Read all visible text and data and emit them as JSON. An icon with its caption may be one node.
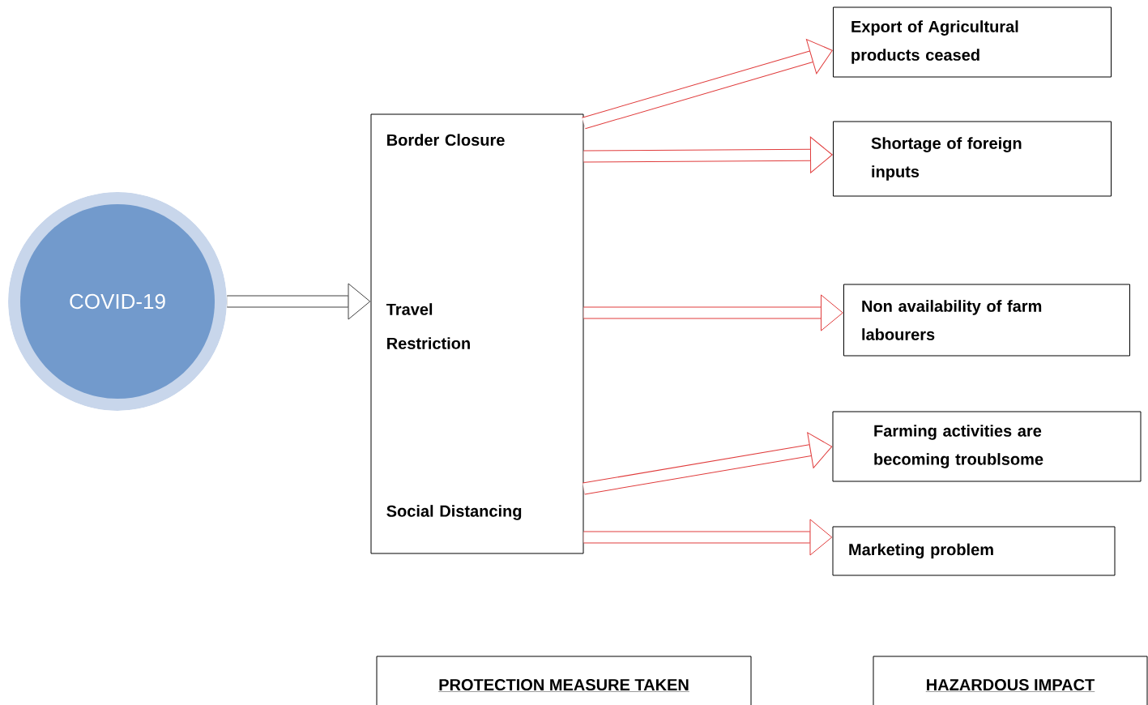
{
  "diagram": {
    "nodes": [
      {
        "text": [
          "COVID-19"
        ]
      },
      {
        "text": [],
        "shape": "box"
      },
      {
        "text": [
          "Border Closure"
        ],
        "in": 1
      },
      {
        "text": [
          "Travel Restriction"
        ],
        "in": 1
      },
      {
        "text": [
          "Social Distancing"
        ],
        "in": 1
      },
      {
        "text": [
          "Export of Agricultural products ceased"
        ]
      },
      {
        "text": [
          "Shortage of foreign inputs"
        ]
      },
      {
        "text": [
          "Non availability of farm labourers"
        ]
      },
      {
        "text": [
          "Farming activities are becoming troublsome"
        ]
      },
      {
        "text": [
          "Marketing problem"
        ]
      },
      {
        "text": [
          "PROTECTION MEASURE TAKEN"
        ]
      },
      {
        "text": [
          "HAZARDOUS IMPACT"
        ]
      }
    ],
    "edges": [
      {
        "from": 0,
        "to": 1,
        "arrow": "to",
        "color": "#404040"
      },
      {
        "from": 1,
        "to": 5,
        "arrow": "to"
      },
      {
        "from": 1,
        "to": 6,
        "arrow": "to"
      },
      {
        "from": 1,
        "to": 7,
        "arrow": "to"
      },
      {
        "from": 1,
        "to": 8,
        "arrow": "to"
      },
      {
        "from": 1,
        "to": 9,
        "arrow": "to"
      }
    ]
  }
}
